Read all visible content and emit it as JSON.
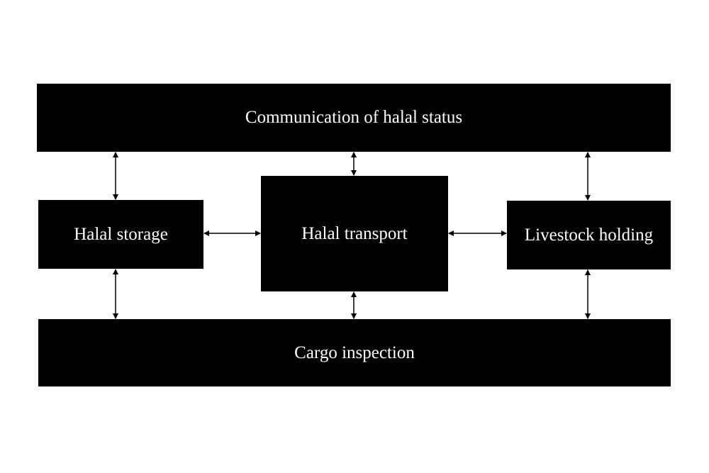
{
  "nodes": {
    "communication": "Communication of halal status",
    "storage": "Halal storage",
    "transport": "Halal transport",
    "livestock": "Livestock holding",
    "inspection": "Cargo inspection"
  },
  "edges": [
    [
      "communication",
      "storage"
    ],
    [
      "communication",
      "transport"
    ],
    [
      "communication",
      "livestock"
    ],
    [
      "storage",
      "transport"
    ],
    [
      "transport",
      "livestock"
    ],
    [
      "storage",
      "inspection"
    ],
    [
      "transport",
      "inspection"
    ],
    [
      "livestock",
      "inspection"
    ]
  ],
  "colors": {
    "box": "#000000",
    "text": "#ffffff",
    "arrow": "#000000"
  }
}
